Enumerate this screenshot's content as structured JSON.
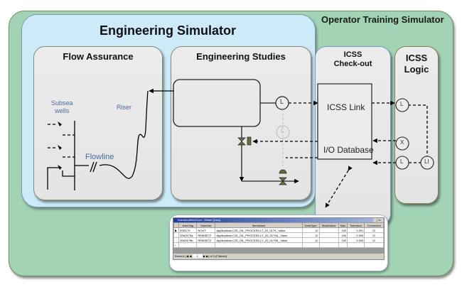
{
  "outer": {
    "title": "Operator Training Simulator"
  },
  "engineering_simulator": {
    "title": "Engineering Simulator"
  },
  "flow_assurance": {
    "title": "Flow Assurance",
    "labels": {
      "subsea_wells_1": "Subsea",
      "subsea_wells_2": "wells",
      "riser": "Riser",
      "flowline": "Flowline"
    }
  },
  "engineering_studies": {
    "title": "Engineering Studies",
    "instruments": {
      "level_transmitter": "L",
      "level_controller": "L"
    }
  },
  "icss_checkout": {
    "title_1": "ICSS",
    "title_2": "Check-out",
    "link": "ICSS Link",
    "io_db": "I/O Database"
  },
  "icss_logic": {
    "title_1": "ICSS",
    "title_2": "Logic",
    "instruments": {
      "li": "L",
      "xy": "X",
      "ly": "L",
      "lic": "LI"
    }
  },
  "query_window": {
    "title": "KsimIoIoAItDcCom : Select Query",
    "columns": [
      "KsimTag",
      "KsimVar",
      "ItemName",
      "DataType",
      "StaticValue",
      "Max",
      "Tolerance",
      "Connected"
    ],
    "rows": [
      {
        "tag": "20t0179",
        "var": "NOUT",
        "item": "Applications.C25_OIL_PROCESS.LT_20_0179_.Value",
        "dtype": "12",
        "static": "",
        "max": "100",
        "tol": "0.001",
        "conn": "☑"
      },
      {
        "tag": "20lv0179a",
        "var": "REMSET2",
        "item": "Applications.C25_OIL_PROCESS.LY_20_0179A_.Value",
        "dtype": "12",
        "static": "",
        "max": "100",
        "tol": "0.005",
        "conn": "☑"
      },
      {
        "tag": "20lv0179b",
        "var": "REMSET2",
        "item": "Applications.C25_OIL_PROCESS.LY_20_0179B_.Value",
        "dtype": "12",
        "static": "",
        "max": "100",
        "tol": "0.005",
        "conn": "☑"
      }
    ],
    "record_label": "Record:",
    "record_value": "1",
    "record_of": "of 3 (Filtered)"
  }
}
